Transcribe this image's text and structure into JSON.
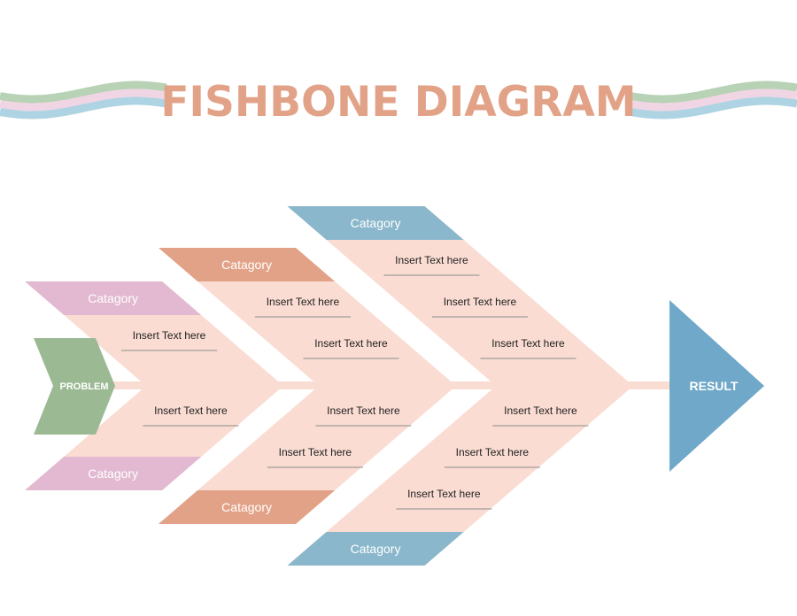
{
  "title": "FISHBONE DIAGRAM",
  "problem_label": "PROBLEM",
  "result_label": "RESULT",
  "colors": {
    "title": "#e2a287",
    "spine": "#f9ddd3",
    "bone_fill": "#fadcd2",
    "line": "#8c8c8c",
    "problem": "#9bba94",
    "result": "#6fa8c8",
    "pink": "#e2b9d1",
    "orange": "#e2a287",
    "blue": "#8ab7cb",
    "wave_green": "#b8d2b5",
    "wave_pink": "#f0d5e4",
    "wave_blue": "#aed3e2"
  },
  "groups": [
    {
      "color": "pink",
      "top": {
        "category": "Catagory",
        "items": [
          "Insert Text here"
        ]
      },
      "bottom": {
        "category": "Catagory",
        "items": [
          "Insert Text here"
        ]
      }
    },
    {
      "color": "orange",
      "top": {
        "category": "Catagory",
        "items": [
          "Insert Text here",
          "Insert Text here"
        ]
      },
      "bottom": {
        "category": "Catagory",
        "items": [
          "Insert Text here",
          "Insert Text here"
        ]
      }
    },
    {
      "color": "blue",
      "top": {
        "category": "Catagory",
        "items": [
          "Insert Text here",
          "Insert Text here",
          "Insert Text here"
        ]
      },
      "bottom": {
        "category": "Catagory",
        "items": [
          "Insert Text here",
          "Insert Text here",
          "Insert Text here"
        ]
      }
    }
  ]
}
